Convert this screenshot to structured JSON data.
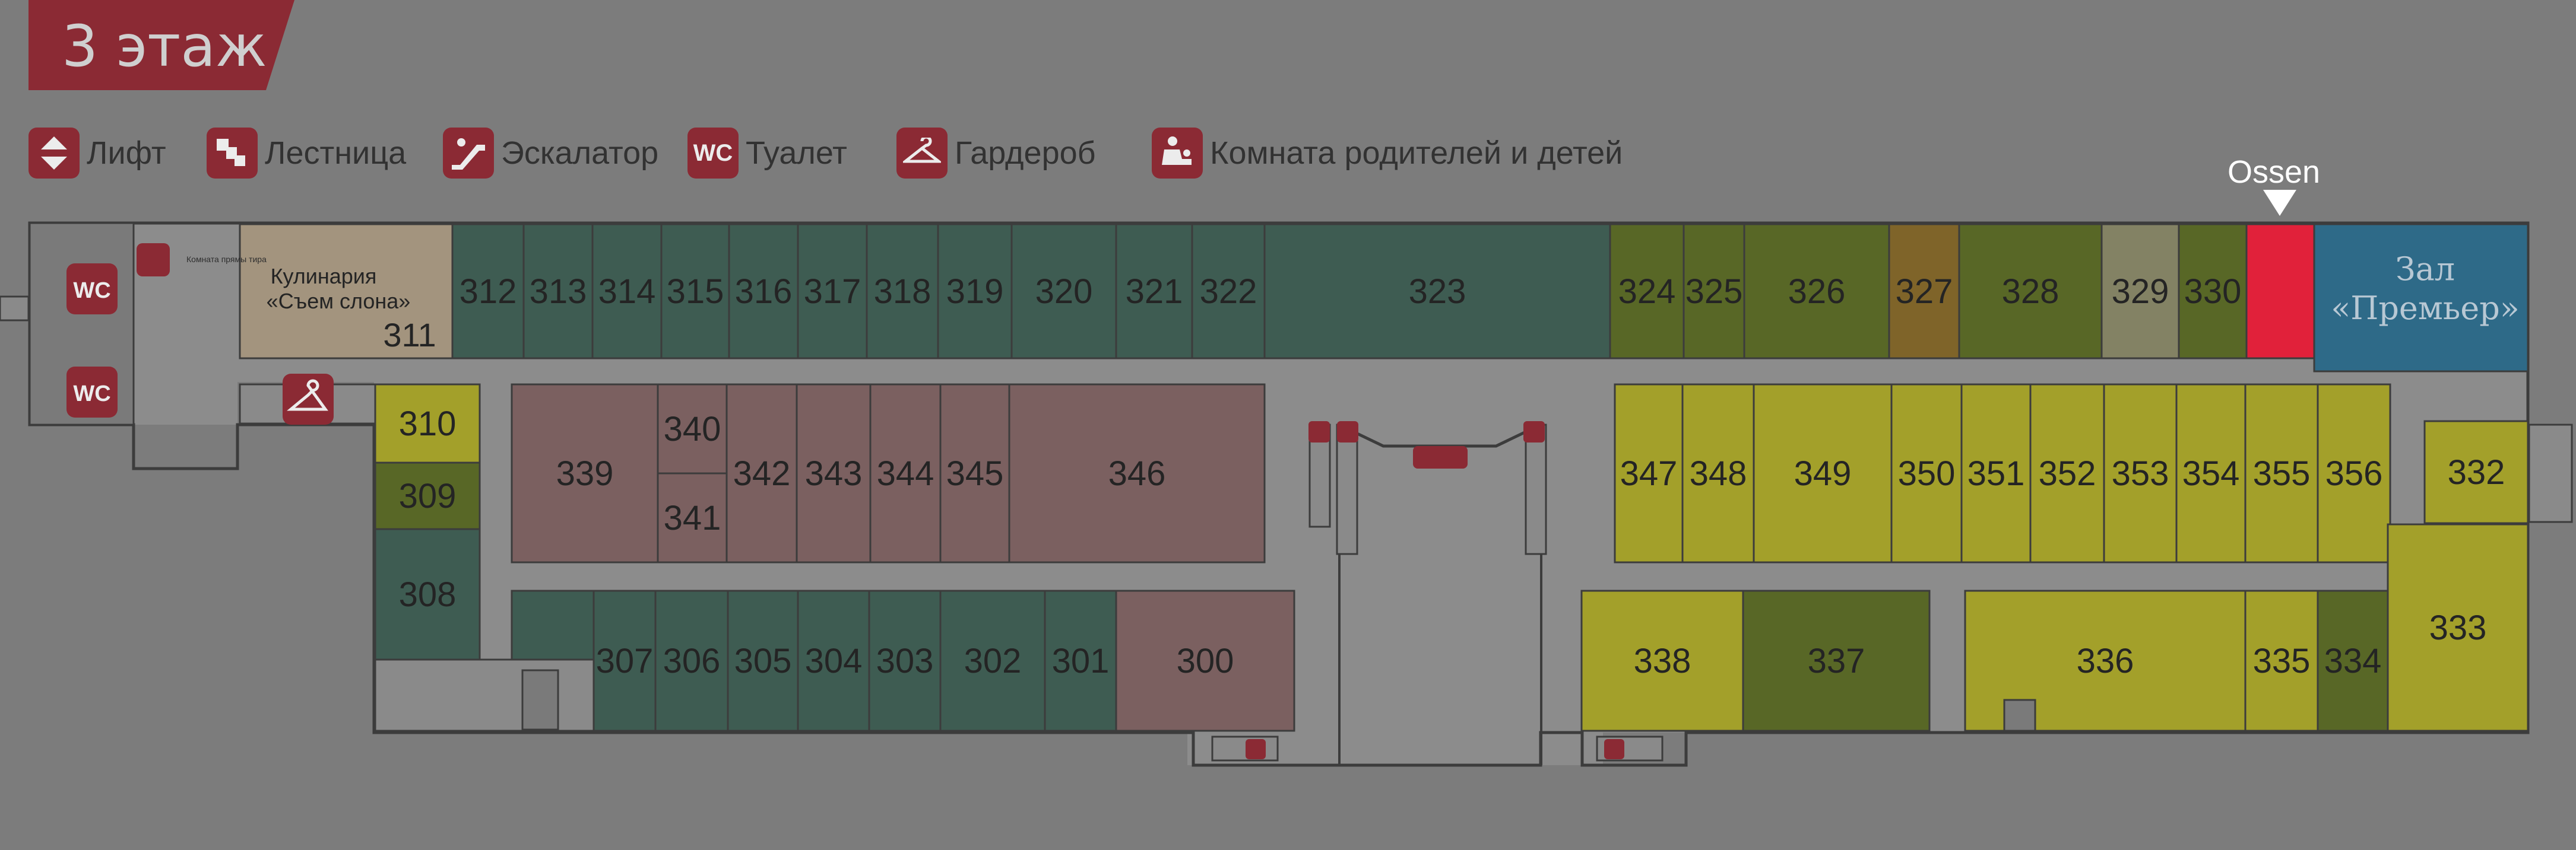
{
  "floor_title": "3 этаж",
  "legend": [
    {
      "icon": "elevator-icon",
      "label": "Лифт"
    },
    {
      "icon": "stairs-icon",
      "label": "Лестница"
    },
    {
      "icon": "escalator-icon",
      "label": "Эскалатор"
    },
    {
      "icon": "wc-icon",
      "label": "Туалет",
      "glyph": "WC"
    },
    {
      "icon": "cloakroom-icon",
      "label": "Гардероб"
    },
    {
      "icon": "parent-child-room-icon",
      "label": "Комната родителей и детей"
    }
  ],
  "marker": {
    "label": "Ossen",
    "store": "Ossen"
  },
  "wc_label": "WC",
  "small_label": "Комната прямы тиpа",
  "hall": {
    "line1": "Зал",
    "line2": "«Премьер»"
  },
  "culinary": {
    "line1": "Кулинария",
    "line2": "«Съем слона»",
    "number": "311"
  },
  "units": [
    {
      "n": "312",
      "c": "#3e5c52"
    },
    {
      "n": "313",
      "c": "#3e5c52"
    },
    {
      "n": "314",
      "c": "#3e5c52"
    },
    {
      "n": "315",
      "c": "#3e5c52"
    },
    {
      "n": "316",
      "c": "#3e5c52"
    },
    {
      "n": "317",
      "c": "#3e5c52"
    },
    {
      "n": "318",
      "c": "#3e5c52"
    },
    {
      "n": "319",
      "c": "#3e5c52"
    },
    {
      "n": "320",
      "c": "#3e5c52"
    },
    {
      "n": "321",
      "c": "#3e5c52"
    },
    {
      "n": "322",
      "c": "#3e5c52"
    },
    {
      "n": "323",
      "c": "#3e5c52"
    },
    {
      "n": "324",
      "c": "#586726"
    },
    {
      "n": "325",
      "c": "#586726"
    },
    {
      "n": "326",
      "c": "#586726"
    },
    {
      "n": "327",
      "c": "#7f6429"
    },
    {
      "n": "328",
      "c": "#586726"
    },
    {
      "n": "329",
      "c": "#838264"
    },
    {
      "n": "330",
      "c": "#586726"
    },
    {
      "n": "310",
      "c": "#a3a02a"
    },
    {
      "n": "309",
      "c": "#586726"
    },
    {
      "n": "308",
      "c": "#3e5c52"
    },
    {
      "n": "339",
      "c": "#7b6060"
    },
    {
      "n": "340",
      "c": "#7b6060"
    },
    {
      "n": "341",
      "c": "#7b6060"
    },
    {
      "n": "342",
      "c": "#7b6060"
    },
    {
      "n": "343",
      "c": "#7b6060"
    },
    {
      "n": "344",
      "c": "#7b6060"
    },
    {
      "n": "345",
      "c": "#7b6060"
    },
    {
      "n": "346",
      "c": "#7b6060"
    },
    {
      "n": "307",
      "c": "#3e5c52"
    },
    {
      "n": "306",
      "c": "#3e5c52"
    },
    {
      "n": "305",
      "c": "#3e5c52"
    },
    {
      "n": "304",
      "c": "#3e5c52"
    },
    {
      "n": "303",
      "c": "#3e5c52"
    },
    {
      "n": "302",
      "c": "#3e5c52"
    },
    {
      "n": "301",
      "c": "#3e5c52"
    },
    {
      "n": "300",
      "c": "#7b6060"
    },
    {
      "n": "347",
      "c": "#a3a02a"
    },
    {
      "n": "348",
      "c": "#a3a02a"
    },
    {
      "n": "349",
      "c": "#a3a02a"
    },
    {
      "n": "350",
      "c": "#a3a02a"
    },
    {
      "n": "351",
      "c": "#a3a02a"
    },
    {
      "n": "352",
      "c": "#a3a02a"
    },
    {
      "n": "353",
      "c": "#a3a02a"
    },
    {
      "n": "354",
      "c": "#a3a02a"
    },
    {
      "n": "355",
      "c": "#a3a02a"
    },
    {
      "n": "356",
      "c": "#a3a02a"
    },
    {
      "n": "332",
      "c": "#a3a02a"
    },
    {
      "n": "338",
      "c": "#a3a02a"
    },
    {
      "n": "337",
      "c": "#586726"
    },
    {
      "n": "336",
      "c": "#a3a02a"
    },
    {
      "n": "335",
      "c": "#a3a02a"
    },
    {
      "n": "334",
      "c": "#586726"
    },
    {
      "n": "333",
      "c": "#a3a02a"
    }
  ],
  "colors": {
    "background": "#7c7c7c",
    "corridor": "#8c8c8c",
    "wall": "#3c3c3c",
    "unit_label": "#242424",
    "highlight": "#e1213a",
    "hall": "#2e6a88",
    "hall_text": "#b8c8d4",
    "icon_red": "#8b2a34",
    "culinary": "#a3947e"
  }
}
